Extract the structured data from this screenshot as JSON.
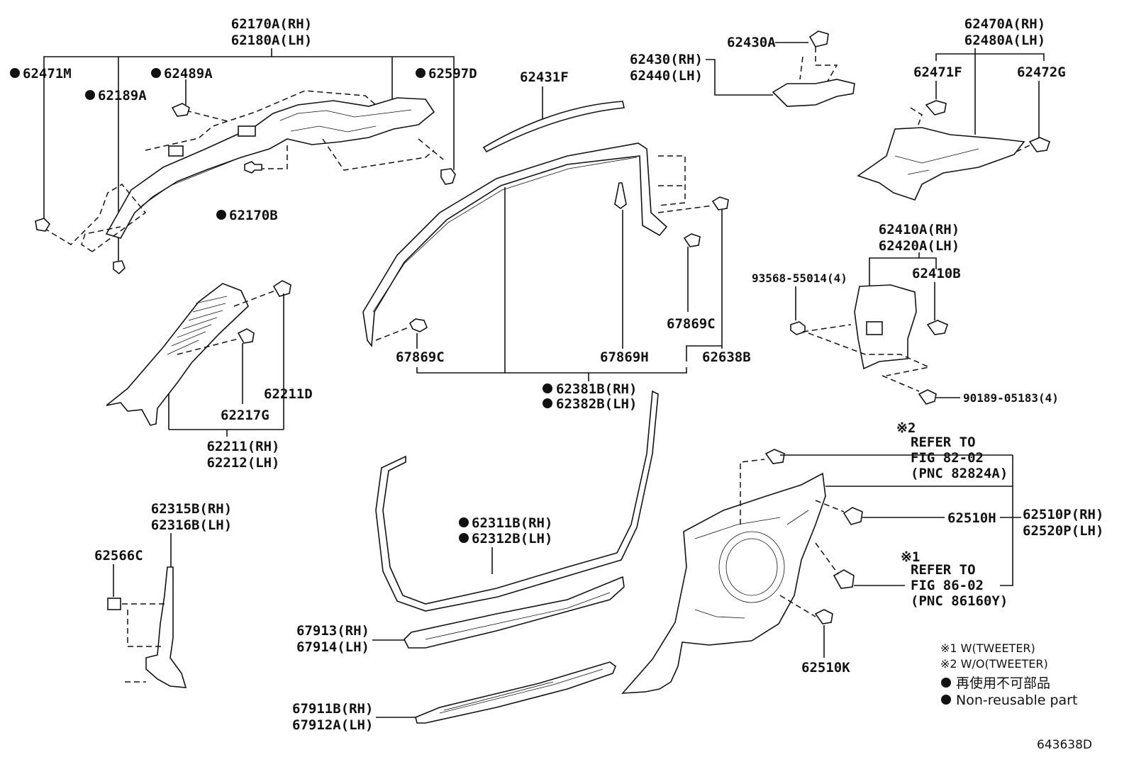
{
  "diagram_code": "643638D",
  "legend": {
    "note1": "※1 W(TWEETER)",
    "note2": "※2 W/O(TWEETER)",
    "nonreusable_jp": "再使用不可部品",
    "nonreusable_en": "Non-reusable part"
  },
  "labels": {
    "p62170A": "62170A(RH)",
    "p62180A": "62180A(LH)",
    "p62471M": "62471M",
    "p62489A": "62489A",
    "p62189A": "62189A",
    "p62597D": "62597D",
    "p62170B": "62170B",
    "p62431F": "62431F",
    "p62430A": "62430A",
    "p62430": "62430(RH)",
    "p62440": "62440(LH)",
    "p62470A": "62470A(RH)",
    "p62480A": "62480A(LH)",
    "p62471F": "62471F",
    "p62472G": "62472G",
    "p62410A": "62410A(RH)",
    "p62420A": "62420A(LH)",
    "p93568": "93568-55014(4)",
    "p62410B": "62410B",
    "p90189": "90189-05183(4)",
    "p67869C_a": "67869C",
    "p67869H": "67869H",
    "p67869C_b": "67869C",
    "p62638B": "62638B",
    "p62381B": "62381B(RH)",
    "p62382B": "62382B(LH)",
    "p62211D": "62211D",
    "p62217G": "62217G",
    "p62211": "62211(RH)",
    "p62212": "62212(LH)",
    "p62315B": "62315B(RH)",
    "p62316B": "62316B(LH)",
    "p62566C": "62566C",
    "p62311B": "62311B(RH)",
    "p62312B": "62312B(LH)",
    "p67913": "67913(RH)",
    "p67914": "67914(LH)",
    "p67911B": "67911B(RH)",
    "p67912A": "67912A(LH)",
    "p62510H": "62510H",
    "p62510P": "62510P(RH)",
    "p62520P": "62520P(LH)",
    "p62510K": "62510K"
  },
  "refs": {
    "ref2_mark": "※2",
    "ref2_l1": "REFER TO",
    "ref2_l2": "FIG 82-02",
    "ref2_l3": "(PNC 82824A)",
    "ref1_mark": "※1",
    "ref1_l1": "REFER TO",
    "ref1_l2": "FIG 86-02",
    "ref1_l3": "(PNC 86160Y)"
  }
}
